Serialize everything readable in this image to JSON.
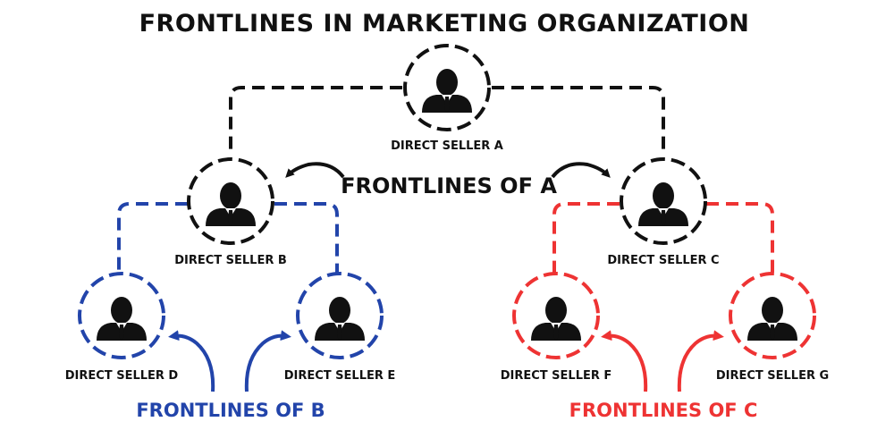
{
  "title": "FRONTLINES IN MARKETING ORGANIZATION",
  "colors": {
    "root": "#111111",
    "b_branch": "#2244aa",
    "c_branch": "#ee3333"
  },
  "icons": {
    "person": "person-silhouette-icon"
  },
  "nodes": {
    "a": {
      "label": "DIRECT SELLER A"
    },
    "b": {
      "label": "DIRECT SELLER B"
    },
    "c": {
      "label": "DIRECT SELLER C"
    },
    "d": {
      "label": "DIRECT SELLER D"
    },
    "e": {
      "label": "DIRECT SELLER E"
    },
    "f": {
      "label": "DIRECT SELLER F"
    },
    "g": {
      "label": "DIRECT SELLER G"
    }
  },
  "frontlines": {
    "a": "FRONTLINES OF A",
    "b": "FRONTLINES OF B",
    "c": "FRONTLINES OF C"
  }
}
